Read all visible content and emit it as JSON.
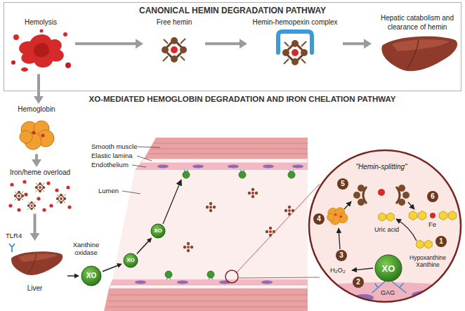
{
  "diagram": {
    "nodes": [
      {
        "text": [
          "CANONICAL HEMIN DEGRADATION PATHWAY"
        ]
      },
      {
        "text": [
          "Hemolysis"
        ],
        "in": 0
      },
      {
        "text": [
          "Free hemin"
        ],
        "in": 0
      },
      {
        "text": [
          "Hemin-hemopexin complex"
        ],
        "in": 0
      },
      {
        "text": [
          "Hepatic catabolism and clearance of hemin"
        ],
        "in": 0
      },
      {
        "text": [
          "Hemoglobin"
        ]
      },
      {
        "text": [
          "Iron/heme overload"
        ]
      },
      {
        "text": [
          "Liver"
        ]
      },
      {
        "text": [
          "XO"
        ]
      },
      {
        "text": [
          "XO"
        ]
      },
      {
        "text": [
          "XO"
        ]
      },
      {
        "text": [
          "\"Hemin-splitting\""
        ]
      },
      {
        "text": [
          "XO"
        ],
        "in": 11
      }
    ],
    "edges": [
      {
        "from": 1,
        "to": 2,
        "arrow": "to"
      },
      {
        "from": 2,
        "to": 3,
        "arrow": "to"
      },
      {
        "from": 3,
        "to": 4,
        "arrow": "to"
      },
      {
        "from": 1,
        "to": 5,
        "arrow": "to"
      },
      {
        "from": 5,
        "to": 6,
        "arrow": "to"
      },
      {
        "from": 6,
        "to": 7,
        "arrow": "to"
      },
      {
        "from": 7,
        "to": 8,
        "arrow": "to"
      },
      {
        "from": 8,
        "to": 9,
        "arrow": "to"
      },
      {
        "from": 9,
        "to": 10,
        "arrow": "to"
      }
    ],
    "labels": [
      "XO-MEDIATED HEMOGLOBIN DEGRADATION AND IRON CHELATION PATHWAY",
      "TLR4",
      "Xanthine oxidase",
      "Smooth muscle",
      "Elastic lamina",
      "Endothelium",
      "Lumen",
      "5",
      "6",
      "1",
      "4",
      "3",
      "2",
      "Uric acid",
      "Fe",
      "Hypoxanthine Xanthine",
      "H₂O₂",
      "GAG"
    ]
  }
}
